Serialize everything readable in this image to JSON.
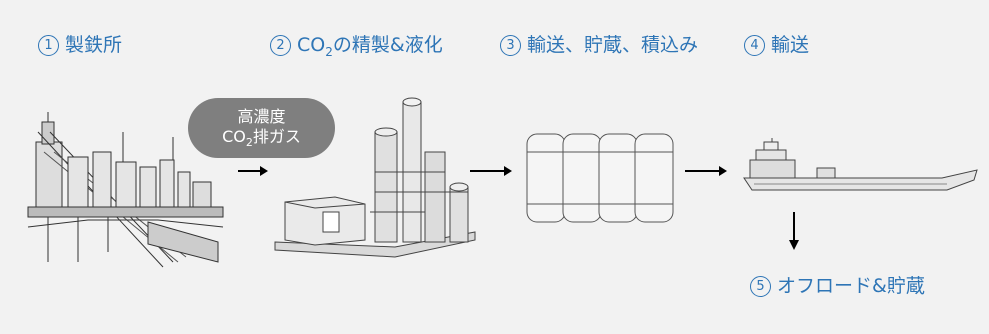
{
  "colors": {
    "accent": "#2e75b6",
    "bubble": "#7f7f7f",
    "background": "#f2f2f2"
  },
  "steps": [
    {
      "num": "1",
      "label": "製鉄所"
    },
    {
      "num": "2",
      "label_pre": "CO",
      "label_sub": "2",
      "label_post": "の精製&液化"
    },
    {
      "num": "3",
      "label": "輸送、貯蔵、積込み"
    },
    {
      "num": "4",
      "label": "輸送"
    },
    {
      "num": "5",
      "label": "オフロード&貯蔵"
    }
  ],
  "bubble": {
    "line1": "高濃度",
    "line2_pre": "CO",
    "line2_sub": "2",
    "line2_post": "排ガス"
  },
  "icons": [
    "steel-plant-icon",
    "liquefaction-plant-icon",
    "storage-tanks-icon",
    "ship-icon"
  ]
}
